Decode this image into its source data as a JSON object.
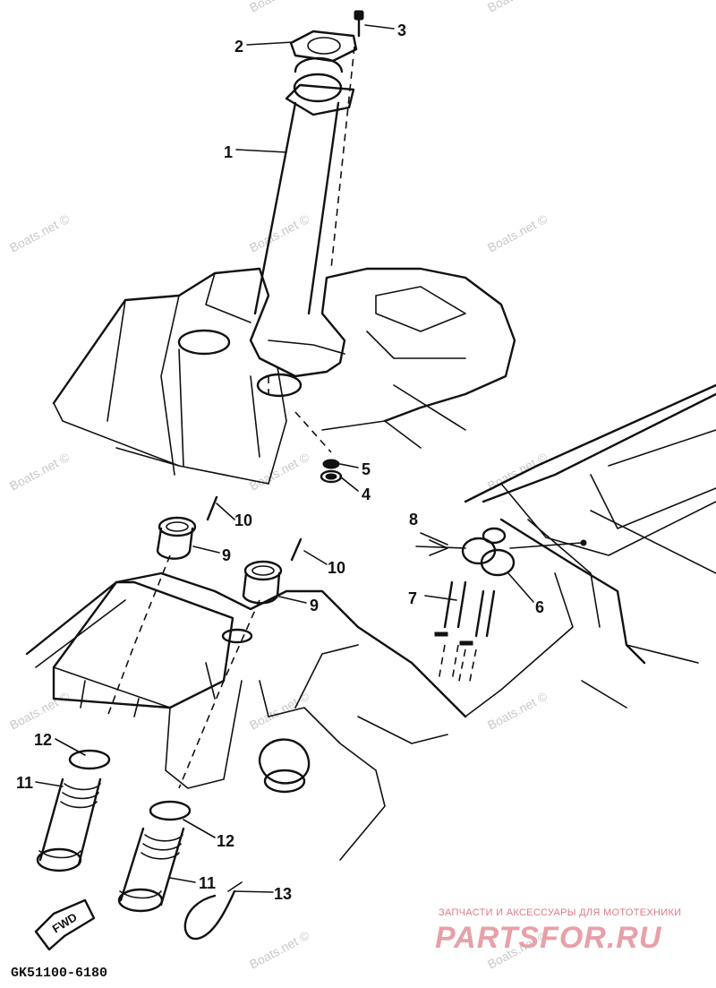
{
  "watermark": "Boats.net ©",
  "diagram_code": "GK51100-6180",
  "fwd_label": "FWD",
  "brand": {
    "tagline": "ЗАПЧАСТИ И АКСЕССУАРЫ ДЛЯ МОТОТЕХНИКИ",
    "name": "PARTSFOR.RU"
  },
  "callouts": [
    "1",
    "2",
    "3",
    "4",
    "5",
    "6",
    "7",
    "8",
    "9",
    "9",
    "10",
    "10",
    "11",
    "11",
    "12",
    "12",
    "13"
  ]
}
